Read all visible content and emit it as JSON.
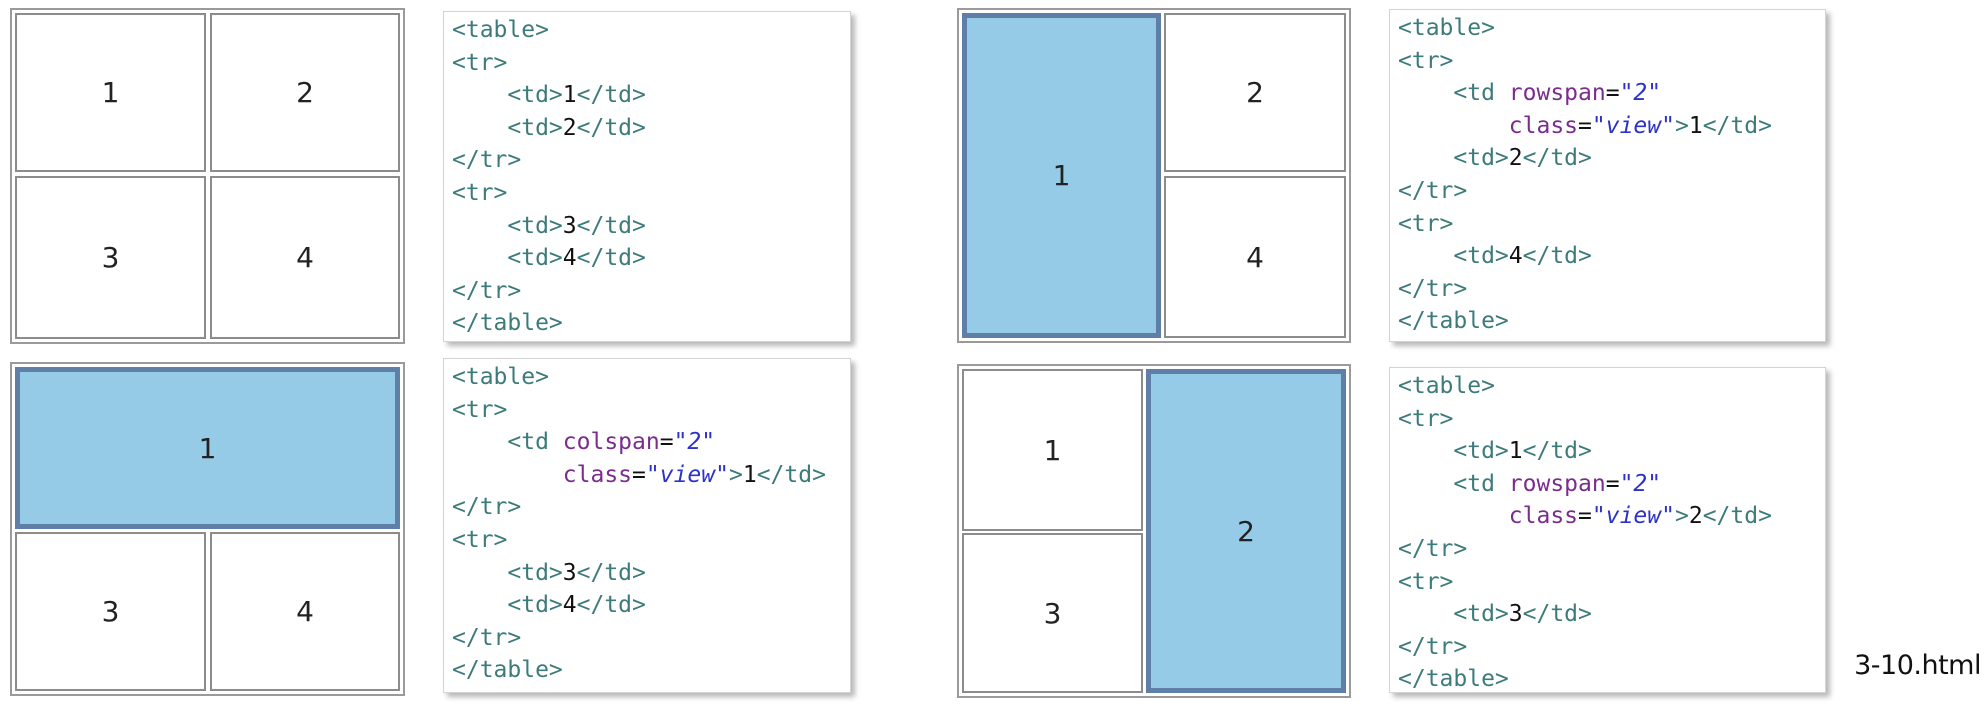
{
  "examples": [
    {
      "cells": [
        "1",
        "2",
        "3",
        "4"
      ],
      "code": [
        [
          {
            "t": "tag",
            "v": "<table>"
          }
        ],
        [
          {
            "t": "tag",
            "v": "<tr>"
          }
        ],
        [
          {
            "t": "tag",
            "v": "    <td>"
          },
          {
            "t": "txt",
            "v": "1"
          },
          {
            "t": "tag",
            "v": "</td>"
          }
        ],
        [
          {
            "t": "tag",
            "v": "    <td>"
          },
          {
            "t": "txt",
            "v": "2"
          },
          {
            "t": "tag",
            "v": "</td>"
          }
        ],
        [
          {
            "t": "tag",
            "v": "</tr>"
          }
        ],
        [
          {
            "t": "tag",
            "v": "<tr>"
          }
        ],
        [
          {
            "t": "tag",
            "v": "    <td>"
          },
          {
            "t": "txt",
            "v": "3"
          },
          {
            "t": "tag",
            "v": "</td>"
          }
        ],
        [
          {
            "t": "tag",
            "v": "    <td>"
          },
          {
            "t": "txt",
            "v": "4"
          },
          {
            "t": "tag",
            "v": "</td>"
          }
        ],
        [
          {
            "t": "tag",
            "v": "</tr>"
          }
        ],
        [
          {
            "t": "tag",
            "v": "</table>"
          }
        ]
      ]
    },
    {
      "cells": [
        "1",
        "2",
        "4"
      ],
      "code": [
        [
          {
            "t": "tag",
            "v": "<table>"
          }
        ],
        [
          {
            "t": "tag",
            "v": "<tr>"
          }
        ],
        [
          {
            "t": "tag",
            "v": "    <td "
          },
          {
            "t": "attr",
            "v": "rowspan"
          },
          {
            "t": "eq",
            "v": "="
          },
          {
            "t": "val",
            "v": "\"2\""
          }
        ],
        [
          {
            "t": "attr",
            "v": "        class"
          },
          {
            "t": "eq",
            "v": "="
          },
          {
            "t": "val",
            "v": "\"view\""
          },
          {
            "t": "tag",
            "v": ">"
          },
          {
            "t": "txt",
            "v": "1"
          },
          {
            "t": "tag",
            "v": "</td>"
          }
        ],
        [
          {
            "t": "tag",
            "v": "    <td>"
          },
          {
            "t": "txt",
            "v": "2"
          },
          {
            "t": "tag",
            "v": "</td>"
          }
        ],
        [
          {
            "t": "tag",
            "v": "</tr>"
          }
        ],
        [
          {
            "t": "tag",
            "v": "<tr>"
          }
        ],
        [
          {
            "t": "tag",
            "v": "    <td>"
          },
          {
            "t": "txt",
            "v": "4"
          },
          {
            "t": "tag",
            "v": "</td>"
          }
        ],
        [
          {
            "t": "tag",
            "v": "</tr>"
          }
        ],
        [
          {
            "t": "tag",
            "v": "</table>"
          }
        ]
      ]
    },
    {
      "cells": [
        "1",
        "3",
        "4"
      ],
      "code": [
        [
          {
            "t": "tag",
            "v": "<table>"
          }
        ],
        [
          {
            "t": "tag",
            "v": "<tr>"
          }
        ],
        [
          {
            "t": "tag",
            "v": "    <td "
          },
          {
            "t": "attr",
            "v": "colspan"
          },
          {
            "t": "eq",
            "v": "="
          },
          {
            "t": "val",
            "v": "\"2\""
          }
        ],
        [
          {
            "t": "attr",
            "v": "        class"
          },
          {
            "t": "eq",
            "v": "="
          },
          {
            "t": "val",
            "v": "\"view\""
          },
          {
            "t": "tag",
            "v": ">"
          },
          {
            "t": "txt",
            "v": "1"
          },
          {
            "t": "tag",
            "v": "</td>"
          }
        ],
        [
          {
            "t": "tag",
            "v": "</tr>"
          }
        ],
        [
          {
            "t": "tag",
            "v": "<tr>"
          }
        ],
        [
          {
            "t": "tag",
            "v": "    <td>"
          },
          {
            "t": "txt",
            "v": "3"
          },
          {
            "t": "tag",
            "v": "</td>"
          }
        ],
        [
          {
            "t": "tag",
            "v": "    <td>"
          },
          {
            "t": "txt",
            "v": "4"
          },
          {
            "t": "tag",
            "v": "</td>"
          }
        ],
        [
          {
            "t": "tag",
            "v": "</tr>"
          }
        ],
        [
          {
            "t": "tag",
            "v": "</table>"
          }
        ]
      ]
    },
    {
      "cells": [
        "1",
        "2",
        "3"
      ],
      "code": [
        [
          {
            "t": "tag",
            "v": "<table>"
          }
        ],
        [
          {
            "t": "tag",
            "v": "<tr>"
          }
        ],
        [
          {
            "t": "tag",
            "v": "    <td>"
          },
          {
            "t": "txt",
            "v": "1"
          },
          {
            "t": "tag",
            "v": "</td>"
          }
        ],
        [
          {
            "t": "tag",
            "v": "    <td "
          },
          {
            "t": "attr",
            "v": "rowspan"
          },
          {
            "t": "eq",
            "v": "="
          },
          {
            "t": "val",
            "v": "\"2\""
          }
        ],
        [
          {
            "t": "attr",
            "v": "        class"
          },
          {
            "t": "eq",
            "v": "="
          },
          {
            "t": "val",
            "v": "\"view\""
          },
          {
            "t": "tag",
            "v": ">"
          },
          {
            "t": "txt",
            "v": "2"
          },
          {
            "t": "tag",
            "v": "</td>"
          }
        ],
        [
          {
            "t": "tag",
            "v": "</tr>"
          }
        ],
        [
          {
            "t": "tag",
            "v": "<tr>"
          }
        ],
        [
          {
            "t": "tag",
            "v": "    <td>"
          },
          {
            "t": "txt",
            "v": "3"
          },
          {
            "t": "tag",
            "v": "</td>"
          }
        ],
        [
          {
            "t": "tag",
            "v": "</tr>"
          }
        ],
        [
          {
            "t": "tag",
            "v": "</table>"
          }
        ]
      ]
    }
  ],
  "caption": "3-10.html",
  "colors": {
    "highlight_fill": "#96cbe8",
    "highlight_border": "#5f7fa6",
    "tag": "#3d7b7b",
    "attribute": "#7a2d8c",
    "value": "#2d33c8"
  }
}
